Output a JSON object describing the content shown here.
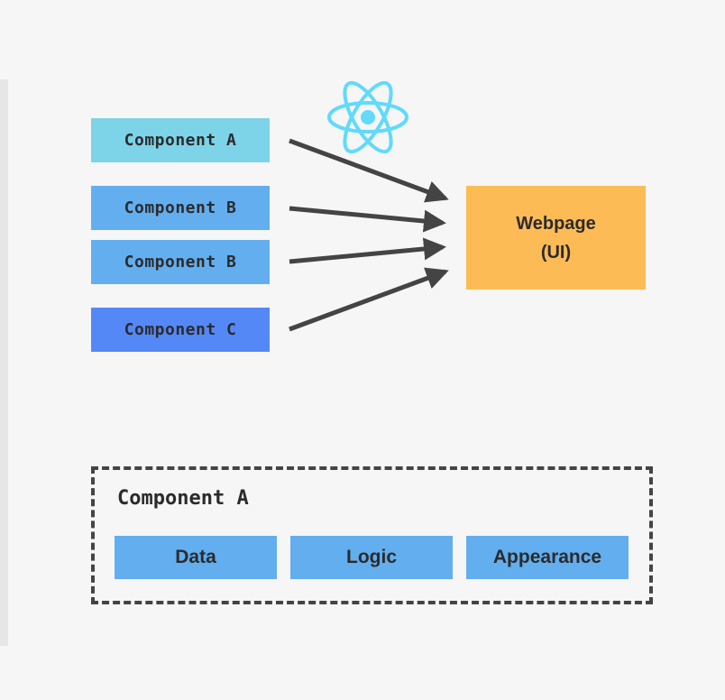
{
  "components": [
    {
      "id": "comp-a",
      "label": "Component A",
      "color": "#7dd3e8"
    },
    {
      "id": "comp-b1",
      "label": "Component B",
      "color": "#63aeef"
    },
    {
      "id": "comp-b2",
      "label": "Component B",
      "color": "#63aeef"
    },
    {
      "id": "comp-c",
      "label": "Component C",
      "color": "#5588f7"
    }
  ],
  "webpage": {
    "line1": "Webpage",
    "line2": "(UI)",
    "color": "#fdbb55"
  },
  "group": {
    "title": "Component A",
    "parts": [
      {
        "label": "Data",
        "color": "#63aeef"
      },
      {
        "label": "Logic",
        "color": "#63aeef"
      },
      {
        "label": "Appearance",
        "color": "#63aeef"
      }
    ]
  },
  "colors": {
    "arrow": "#444444",
    "react": "#61dafb",
    "background": "#f6f6f6"
  },
  "icons": {
    "logo": "react-logo-icon"
  }
}
